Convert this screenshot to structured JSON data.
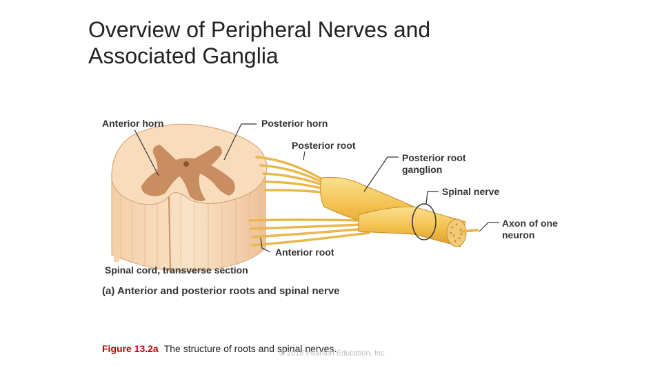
{
  "slide": {
    "title_line1": "Overview of Peripheral Nerves and",
    "title_line2": "Associated Ganglia"
  },
  "figure": {
    "labels": {
      "anterior_horn": "Anterior horn",
      "posterior_horn": "Posterior horn",
      "posterior_root": "Posterior root",
      "posterior_root_ganglion_line1": "Posterior root",
      "posterior_root_ganglion_line2": "ganglion",
      "spinal_nerve": "Spinal nerve",
      "axon_line1": "Axon of one",
      "axon_line2": "neuron",
      "anterior_root": "Anterior root",
      "spinal_cord": "Spinal cord, transverse section"
    },
    "panel_caption": "(a) Anterior and posterior roots and spinal nerve",
    "caption_number": "Figure 13.2a",
    "caption_text": "The structure of roots and spinal nerves.",
    "copyright": "© 2018 Pearson Education, Inc."
  },
  "colors": {
    "cord_outer": "#f6d9b6",
    "gray_matter": "#c98d62",
    "nerve": "#f5c55a",
    "nerve_dark": "#d9a23a"
  }
}
